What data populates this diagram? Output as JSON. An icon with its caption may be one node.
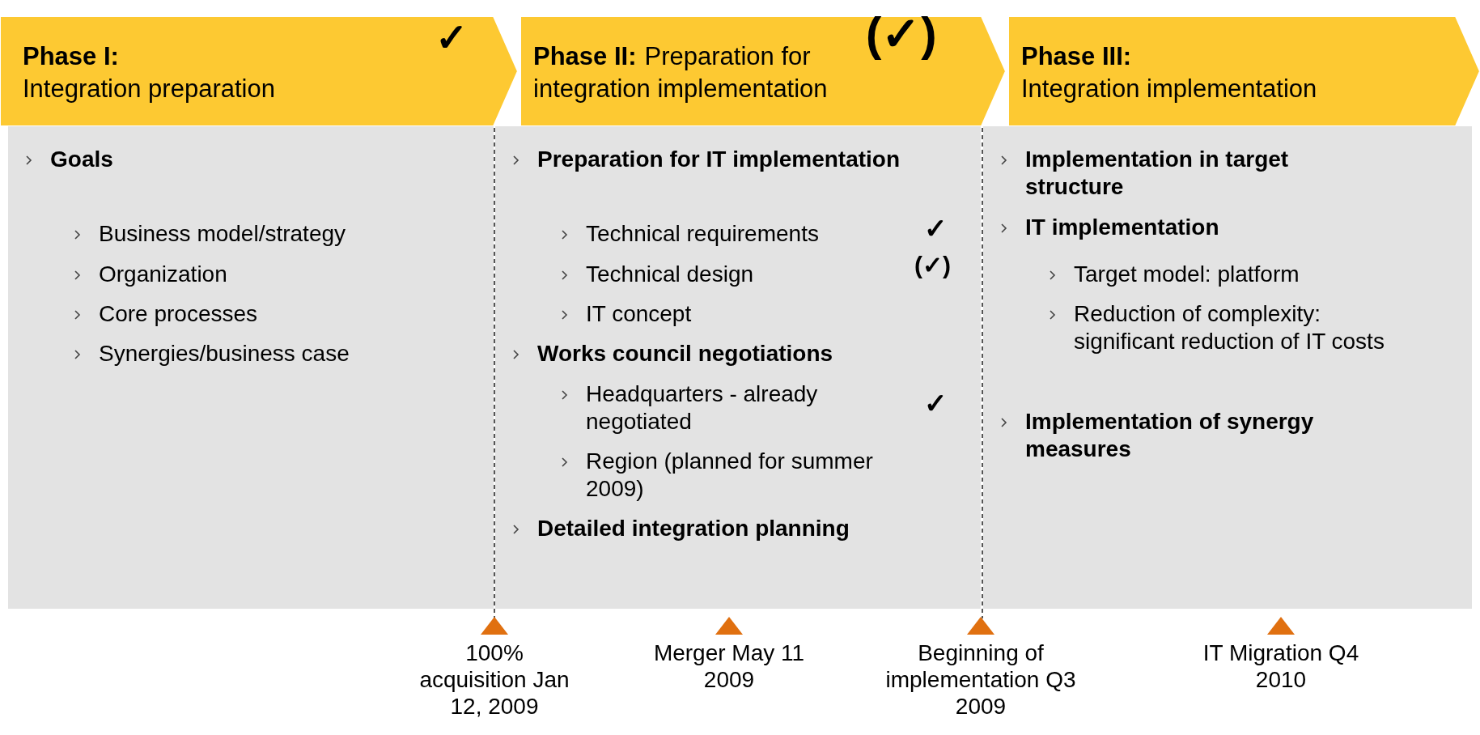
{
  "diagram": {
    "nodes": [
      {
        "text": [
          "Phase I:",
          "Integration preparation"
        ]
      },
      {
        "text": [
          "Phase II:",
          "Preparation for integration implementation"
        ]
      },
      {
        "text": [
          "Phase III:",
          "Integration implementation"
        ]
      },
      {
        "text": [
          "Goals",
          "Business model/strategy",
          "Organization",
          "Core processes",
          "Synergies/business case"
        ]
      },
      {
        "text": [
          "Preparation for IT implementation",
          "Technical requirements",
          "Technical design",
          "IT concept",
          "Works council negotiations",
          "Headquarters - already negotiated",
          "Region (planned for summer 2009)",
          "Detailed integration planning"
        ]
      },
      {
        "text": [
          "Implementation in target structure",
          "IT implementation",
          "Target model: platform",
          "Reduction of complexity: significant reduction of IT costs",
          "Implementation of synergy measures"
        ]
      }
    ],
    "labels": [
      "✓",
      "(✓)",
      "✓",
      "(✓)",
      "✓",
      "100% acquisition Jan 12, 2009",
      "Merger May 11 2009",
      "Beginning of implementation Q3 2009",
      "IT Migration Q4 2010"
    ]
  }
}
